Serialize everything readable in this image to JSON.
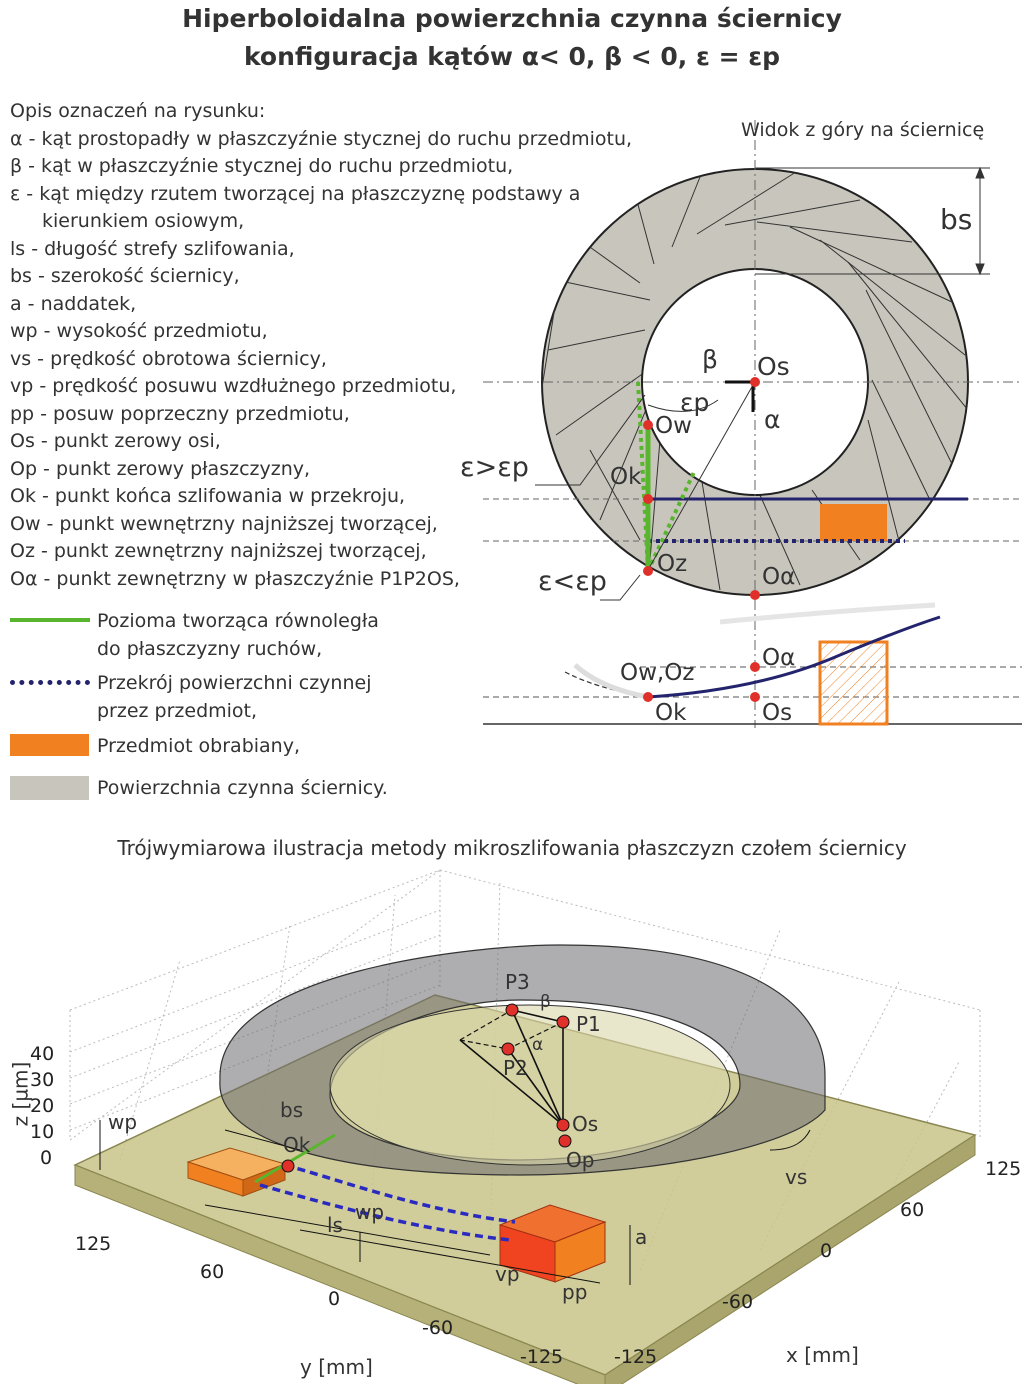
{
  "title_line1": "Hiperboloidalna powierzchnia czynna ściernicy",
  "title_line2": "konfiguracja kątów α< 0, β < 0, ε = εp",
  "legend_heading": "Opis oznaczeń na rysunku:",
  "legend_items": [
    "α - kąt prostopadły w płaszczyźnie stycznej do ruchu przedmiotu,",
    "β - kąt w płaszczyźnie stycznej do ruchu przedmiotu,",
    "ε - kąt między rzutem tworzącej na płaszczyznę podstawy a",
    "kierunkiem osiowym,",
    "ls - długość strefy szlifowania,",
    "bs - szerokość ściernicy,",
    "a - naddatek,",
    "wp - wysokość przedmiotu,",
    "vs - prędkość obrotowa ściernicy,",
    "vp - prędkość posuwu wzdłużnego przedmiotu,",
    "pp - posuw poprzeczny przedmiotu,",
    "Os - punkt zerowy osi,",
    "Op - punkt zerowy płaszczyzny,",
    "Ok - punkt końca szlifowania w przekroju,",
    "Ow - punkt wewnętrzny najniższej tworzącej,",
    "Oz - punkt zewnętrzny najniższej tworzącej,",
    "Oα - punkt zewnętrzny w płaszczyźnie P1P2OS,"
  ],
  "key_items": {
    "green_line_1": "Pozioma tworząca równoległa",
    "green_line_2": "do płaszczyzny ruchów,",
    "blue_line_1": "Przekrój powierzchni czynnej",
    "blue_line_2": "przez przedmiot,",
    "orange": "Przedmiot obrabiany,",
    "gray": "Powierzchnia czynna ściernicy."
  },
  "top_view": {
    "title": "Widok z góry na ściernicę",
    "label_bs": "bs",
    "label_beta": "β",
    "label_os": "Os",
    "label_eps_p": "εp",
    "label_alpha": "α",
    "label_ow": "Ow",
    "label_ok": "Ok",
    "label_oz": "Oz",
    "label_oalpha": "Oα",
    "label_eps_gt": "ε>εp",
    "label_eps_lt": "ε<εp"
  },
  "side_view": {
    "label_owoz": "Ow,Oz",
    "label_ok": "Ok",
    "label_oalpha": "Oα",
    "label_os": "Os"
  },
  "plot3d": {
    "title": "Trójwymiarowa ilustracja metody mikroszlifowania płaszczyzn czołem ściernicy",
    "zlabel": "z [µm]",
    "ylabel": "y [mm]",
    "xlabel": "x [mm]",
    "z_ticks": [
      "40",
      "30",
      "20",
      "10",
      "0"
    ],
    "y_ticks": [
      "125",
      "60",
      "0",
      "-60",
      "-125"
    ],
    "x_ticks": [
      "-125",
      "-60",
      "0",
      "60",
      "125"
    ],
    "labels": {
      "P3": "P3",
      "P1": "P1",
      "P2": "P2",
      "beta": "β",
      "alpha": "α",
      "Os": "Os",
      "Op": "Op",
      "Ok": "Ok",
      "bs": "bs",
      "wp": "wp",
      "wp2": "wp",
      "ls": "ls",
      "vp": "vp",
      "pp": "pp",
      "a": "a",
      "vs": "vs"
    }
  },
  "colors": {
    "wheel_gray": "#c8c6bc",
    "orange": "#f08020",
    "green": "#5ab52e",
    "navy": "#24246e",
    "red_point": "#e0302a",
    "plate": "#c8c48a"
  }
}
